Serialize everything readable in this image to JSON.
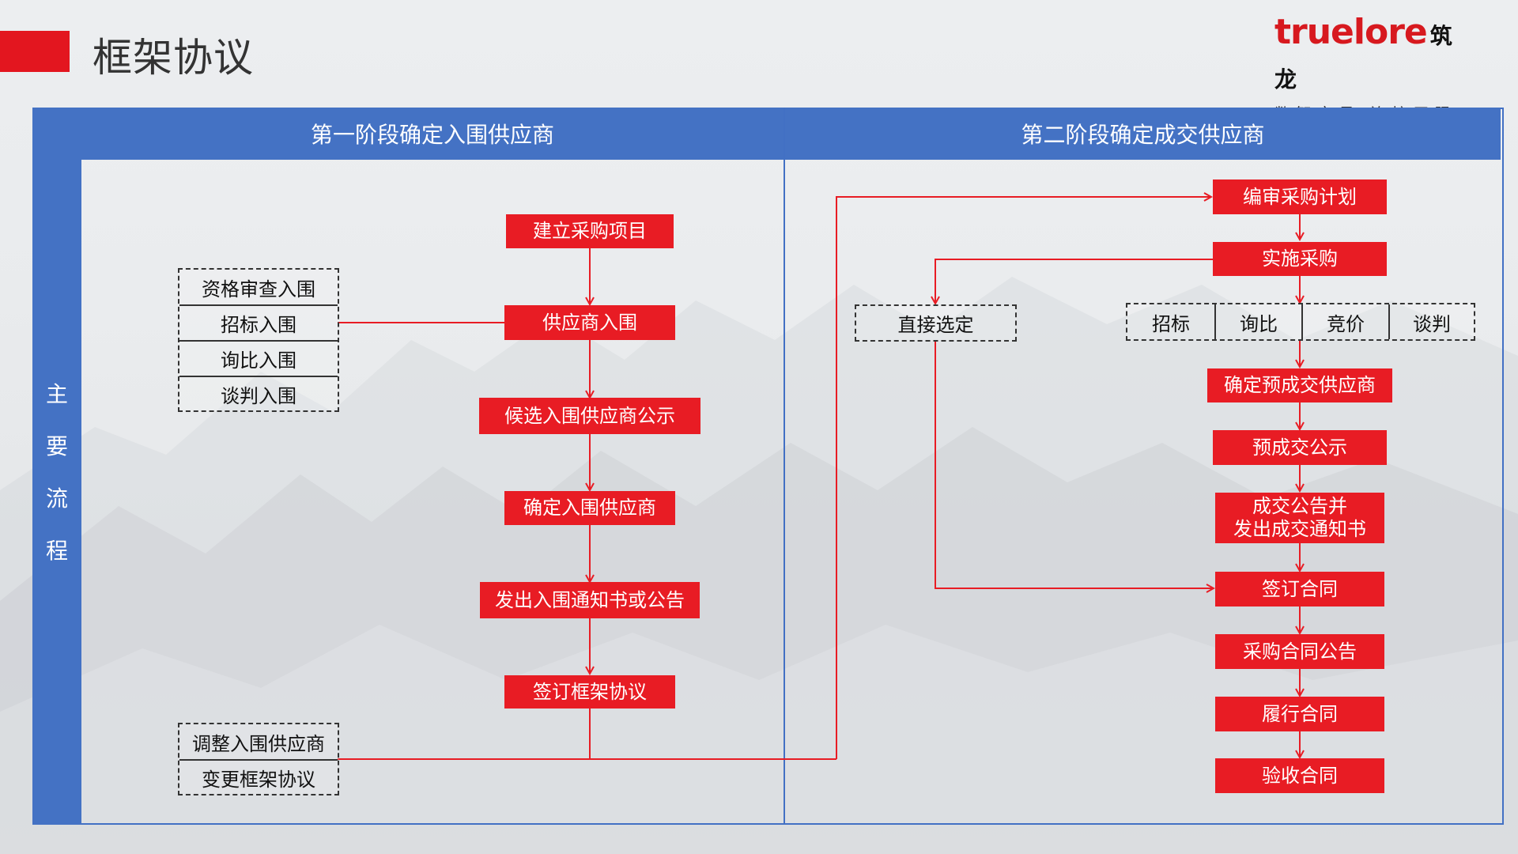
{
  "header": {
    "title": "框架协议",
    "logo_text": "truelore",
    "logo_cn": "筑龙",
    "logo_slogan": "数智交易 连接无限"
  },
  "side_label": [
    "主",
    "要",
    "流",
    "程"
  ],
  "stages": {
    "stage1": "第一阶段确定入围供应商",
    "stage2": "第二阶段确定成交供应商"
  },
  "stage1": {
    "steps": [
      "建立采购项目",
      "供应商入围",
      "候选入围供应商公示",
      "确定入围供应商",
      "发出入围通知书或公告",
      "签订框架协议"
    ],
    "methods": [
      "资格审查入围",
      "招标入围",
      "询比入围",
      "谈判入围"
    ],
    "adjust": [
      "调整入围供应商",
      "变更框架协议"
    ]
  },
  "stage2": {
    "steps": [
      "编审采购计划",
      "实施采购",
      "确定预成交供应商",
      "预成交公示",
      "成交公告并",
      "发出成交通知书",
      "签订合同",
      "采购合同公告",
      "履行合同",
      "验收合同"
    ],
    "direct": "直接选定",
    "methods": [
      "招标",
      "询比",
      "竞价",
      "谈判"
    ]
  },
  "colors": {
    "accent_red": "#e81c24",
    "blue": "#4472c4",
    "logo_red": "#d7191f"
  }
}
